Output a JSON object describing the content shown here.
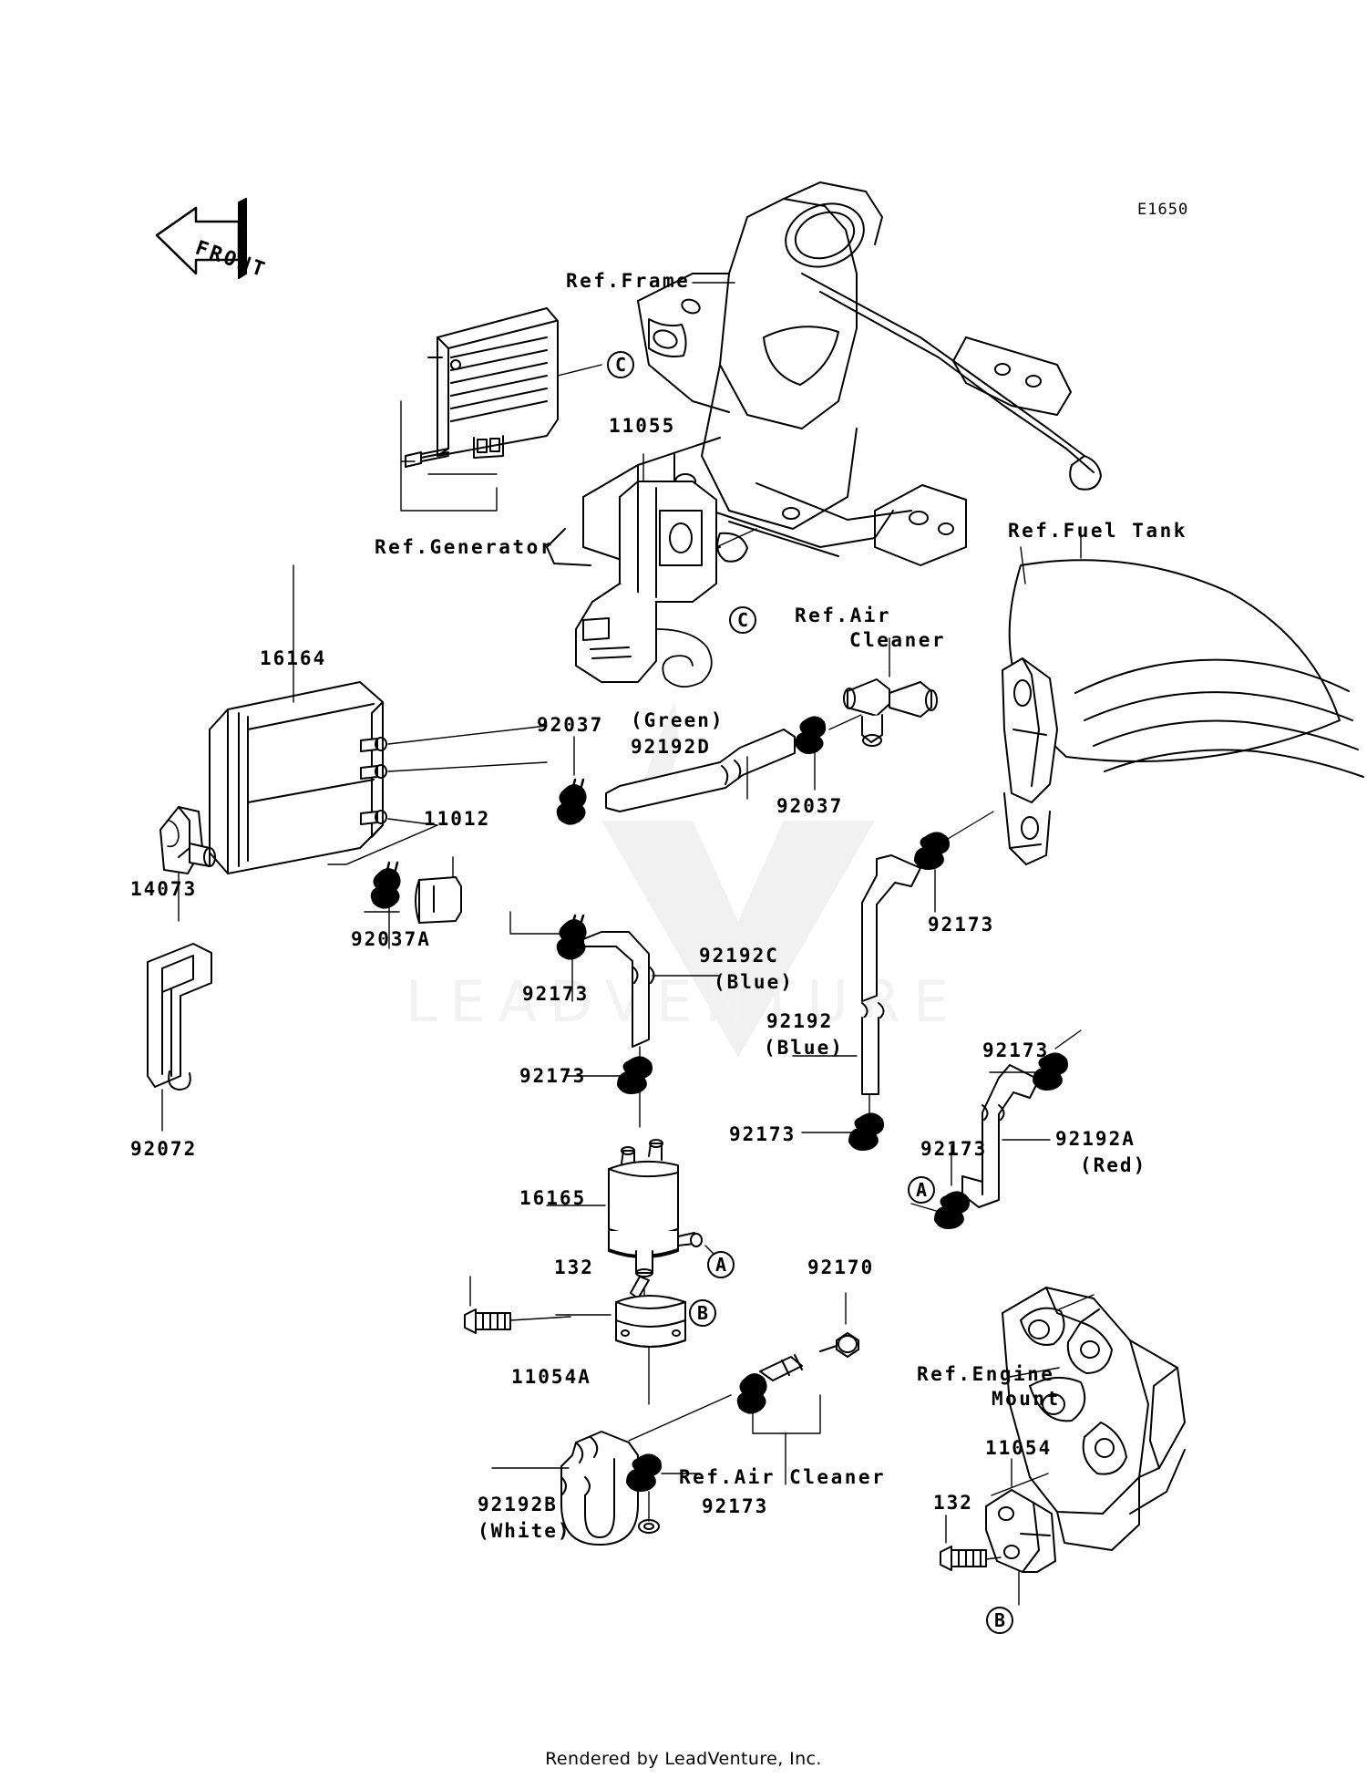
{
  "sheet": {
    "code": "E1650",
    "footer": "Rendered by LeadVenture, Inc.",
    "watermark": "LEADVENTURE",
    "direction_marker": "FRONT"
  },
  "references": [
    {
      "id": "ref-frame",
      "text": "Ref.Frame"
    },
    {
      "id": "ref-generator",
      "text": "Ref.Generator"
    },
    {
      "id": "ref-fuel-tank",
      "text": "Ref.Fuel Tank"
    },
    {
      "id": "ref-air-cleaner-1",
      "text": "Ref.Air"
    },
    {
      "id": "ref-air-cleaner-1b",
      "text": "Cleaner"
    },
    {
      "id": "ref-air-cleaner-2",
      "text": "Ref.Air Cleaner"
    },
    {
      "id": "ref-engine-mount",
      "text": "Ref.Engine"
    },
    {
      "id": "ref-engine-mount-b",
      "text": "Mount"
    }
  ],
  "callouts": [
    {
      "id": "callout-c-1",
      "letter": "C"
    },
    {
      "id": "callout-c-2",
      "letter": "C"
    },
    {
      "id": "callout-a-1",
      "letter": "A"
    },
    {
      "id": "callout-a-2",
      "letter": "A"
    },
    {
      "id": "callout-b-1",
      "letter": "B"
    },
    {
      "id": "callout-b-2",
      "letter": "B"
    }
  ],
  "parts": {
    "p11055": "11055",
    "p16164": "16164",
    "p14073": "14073",
    "p11012": "11012",
    "p92037A": "92037A",
    "p92072": "92072",
    "p92037_1": "92037",
    "p92037_2": "92037",
    "p92192D": "92192D",
    "p92192D_color": "(Green)",
    "p92192C": "92192C",
    "p92192C_color": "(Blue)",
    "p92192": "92192",
    "p92192_color": "(Blue)",
    "p92192A": "92192A",
    "p92192A_color": "(Red)",
    "p92192B": "92192B",
    "p92192B_color": "(White)",
    "p92173_1": "92173",
    "p92173_2": "92173",
    "p92173_3": "92173",
    "p92173_4": "92173",
    "p92173_5": "92173",
    "p92173_6": "92173",
    "p92173_7": "92173",
    "p16165": "16165",
    "p132_1": "132",
    "p132_2": "132",
    "p11054A": "11054A",
    "p11054": "11054",
    "p92170": "92170"
  }
}
